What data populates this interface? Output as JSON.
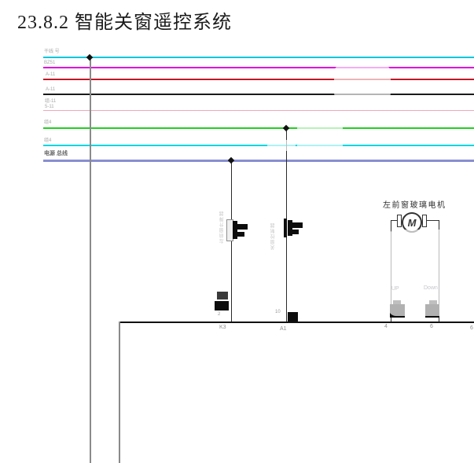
{
  "page": {
    "title": "23.8.2 智能关窗遥控系统"
  },
  "bus": {
    "lines": [
      {
        "label": "干线 号",
        "color": "#00c6d8"
      },
      {
        "label": "BZ51",
        "color": "#e000de"
      },
      {
        "label": "A-11",
        "color": "#c01828"
      },
      {
        "label": "A-11",
        "color": "#1a1a1a"
      },
      {
        "label": "组-11",
        "label2": "5-11",
        "color": "#f0a8b8"
      },
      {
        "label": "组4",
        "color": "#22cf22"
      },
      {
        "label": "组4",
        "color": "#00d6e0"
      },
      {
        "label": "电源 总线",
        "color": "#888fd0"
      }
    ]
  },
  "motor": {
    "label": "左前窗玻璃电机",
    "symbol": "M"
  },
  "connectors": {
    "conn1_vtext": "左前窗升降器",
    "conn2_vtext": "关窗控制器"
  },
  "terminals": {
    "up_label": "UP",
    "down_label": "Down",
    "t1_top": "2",
    "t1_bottom": "K3",
    "t2_top": "10",
    "t2_bottom": "A1",
    "t3_bottom": "4",
    "t4_bottom": "6",
    "t5_bottom": "6"
  }
}
